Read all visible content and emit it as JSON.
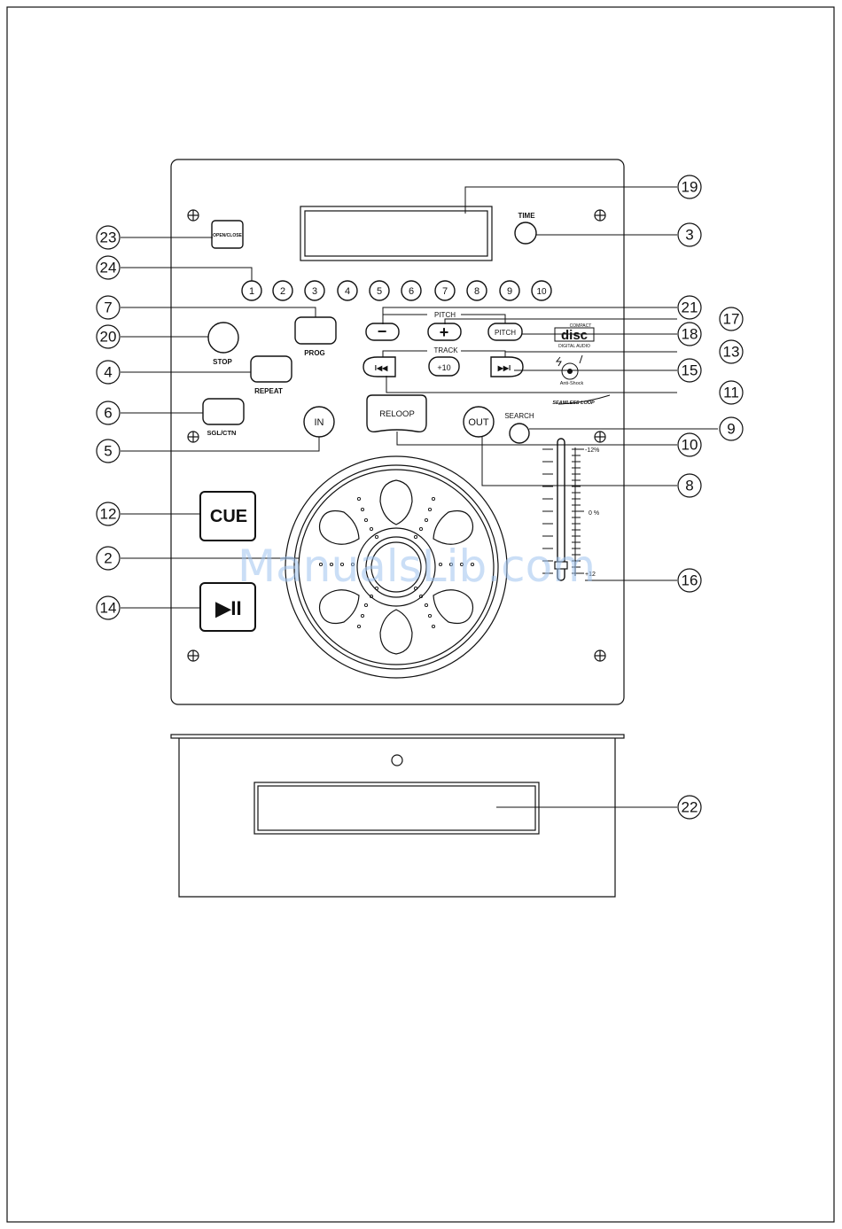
{
  "panel": {
    "time_label": "TIME",
    "open_close_label": "OPEN/CLOSE",
    "track_buttons": [
      "1",
      "2",
      "3",
      "4",
      "5",
      "6",
      "7",
      "8",
      "9",
      "10"
    ],
    "prog_label": "PROG",
    "stop_label": "STOP",
    "repeat_label": "REPEAT",
    "sgl_ctn_label": "SGL/CTN",
    "in_label": "IN",
    "out_label": "OUT",
    "reloop_label": "RELOOP",
    "search_label": "SEARCH",
    "pitch_group_label": "PITCH",
    "pitch_minus_label": "−",
    "pitch_plus_label": "+",
    "pitch_button_label": "PITCH",
    "track_group_label": "TRACK",
    "plus10_label": "+10",
    "prev_label": "I◀◀",
    "next_label": "▶▶I",
    "cue_label": "CUE",
    "play_label": "▶II",
    "cd_logo_compact": "COMPACT",
    "cd_logo_disc": "disc",
    "cd_logo_digital": "DIGITAL AUDIO",
    "anti_shock_label": "Anti-Shock",
    "seamless_loop_label": "SEAMLESS LOOP",
    "pitch_scale_top": "-12%",
    "pitch_scale_mid": "0 %",
    "pitch_scale_bottom": "+12"
  },
  "callouts": [
    "19",
    "3",
    "23",
    "24",
    "21",
    "7",
    "17",
    "18",
    "20",
    "13",
    "4",
    "15",
    "11",
    "6",
    "9",
    "10",
    "5",
    "8",
    "12",
    "2",
    "16",
    "14",
    "22"
  ],
  "watermark": "ManualsLib.com"
}
